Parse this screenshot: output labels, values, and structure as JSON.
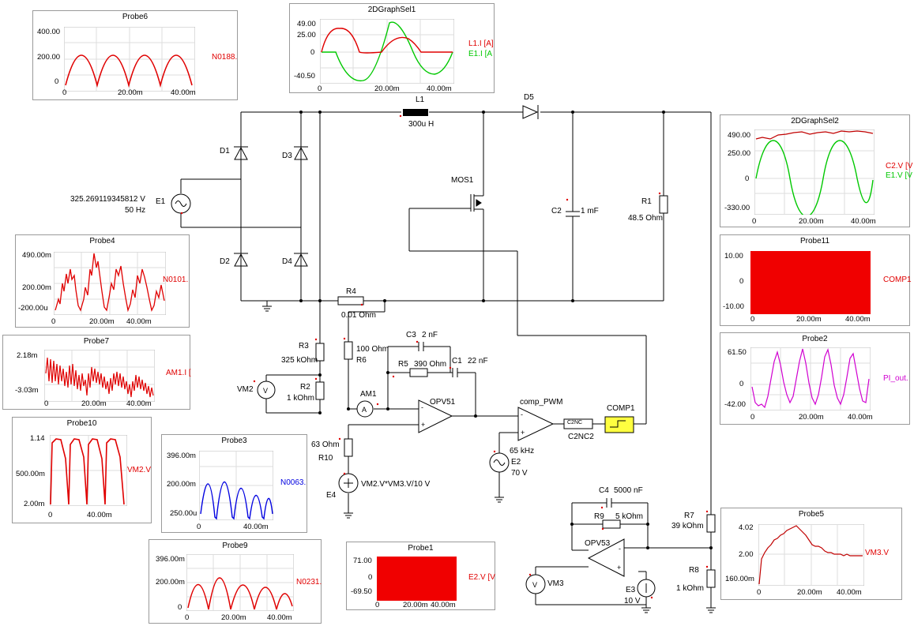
{
  "probes": {
    "probe6": {
      "title": "Probe6",
      "y_ticks": [
        "400.00",
        "200.00",
        "0"
      ],
      "x_ticks": [
        "0",
        "20.00m",
        "40.00m"
      ],
      "series": [
        "N0188."
      ],
      "color": "#e00000"
    },
    "graphsel1": {
      "title": "2DGraphSel1",
      "y_ticks": [
        "49.00",
        "25.00",
        "0",
        "-40.50"
      ],
      "x_ticks": [
        "0",
        "20.00m",
        "40.00m"
      ],
      "series": [
        "L1.I [A]",
        "E1.I [A"
      ],
      "colors": [
        "#e00000",
        "#00c800"
      ]
    },
    "graphsel2": {
      "title": "2DGraphSel2",
      "y_ticks": [
        "490.00",
        "250.00",
        "0",
        "-330.00"
      ],
      "x_ticks": [
        "0",
        "20.00m",
        "40.00m"
      ],
      "series": [
        "C2.V [V",
        "E1.V [V"
      ],
      "colors": [
        "#e00000",
        "#00c800"
      ]
    },
    "probe4": {
      "title": "Probe4",
      "y_ticks": [
        "490.00m",
        "200.00m",
        "-200.00u"
      ],
      "x_ticks": [
        "0",
        "20.00m",
        "40.00m"
      ],
      "series": [
        "N0101."
      ],
      "color": "#e00000"
    },
    "probe11": {
      "title": "Probe11",
      "y_ticks": [
        "10.00",
        "0",
        "-10.00"
      ],
      "x_ticks": [
        "0",
        "20.00m",
        "40.00m"
      ],
      "series": [
        "COMP1"
      ],
      "color": "#e00000"
    },
    "probe7": {
      "title": "Probe7",
      "y_ticks": [
        "2.18m",
        "-3.03m"
      ],
      "x_ticks": [
        "0",
        "20.00m",
        "40.00m"
      ],
      "series": [
        "AM1.I ["
      ],
      "color": "#e00000"
    },
    "probe2": {
      "title": "Probe2",
      "y_ticks": [
        "61.50",
        "0",
        "-42.00"
      ],
      "x_ticks": [
        "0",
        "20.00m",
        "40.00m"
      ],
      "series": [
        "PI_out."
      ],
      "color": "#d000d0"
    },
    "probe10": {
      "title": "Probe10",
      "y_ticks": [
        "1.14",
        "500.00m",
        "2.00m"
      ],
      "x_ticks": [
        "0",
        "40.00m"
      ],
      "series": [
        "VM2.V"
      ],
      "color": "#e00000"
    },
    "probe3": {
      "title": "Probe3",
      "y_ticks": [
        "396.00m",
        "200.00m",
        "250.00u"
      ],
      "x_ticks": [
        "0",
        "40.00m"
      ],
      "series": [
        "N0063."
      ],
      "color": "#0000e0"
    },
    "probe5": {
      "title": "Probe5",
      "y_ticks": [
        "4.02",
        "2.00",
        "160.00m"
      ],
      "x_ticks": [
        "0",
        "20.00m",
        "40.00m"
      ],
      "series": [
        "VM3.V"
      ],
      "color": "#e00000"
    },
    "probe9": {
      "title": "Probe9",
      "y_ticks": [
        "396.00m",
        "200.00m",
        "0"
      ],
      "x_ticks": [
        "0",
        "20.00m",
        "40.00m"
      ],
      "series": [
        "N0231."
      ],
      "color": "#e00000"
    },
    "probe1": {
      "title": "Probe1",
      "y_ticks": [
        "71.00",
        "0",
        "-69.50"
      ],
      "x_ticks": [
        "0",
        "20.00m",
        "40.00m"
      ],
      "series": [
        "E2.V [V"
      ],
      "color": "#e00000"
    }
  },
  "components": {
    "E1": {
      "name": "E1",
      "amplitude": "325.269119345812 V",
      "frequency": "50 Hz"
    },
    "D1": "D1",
    "D2": "D2",
    "D3": "D3",
    "D4": "D4",
    "D5": "D5",
    "L1": {
      "name": "L1",
      "value": "300u H"
    },
    "MOS1": "MOS1",
    "C2": {
      "name": "C2",
      "value": "1 mF"
    },
    "R1": {
      "name": "R1",
      "value": "48.5 Ohm"
    },
    "R4": {
      "name": "R4",
      "value": "0.01 Ohm"
    },
    "R3": {
      "name": "R3",
      "value": "325 kOhm"
    },
    "R2": {
      "name": "R2",
      "value": "1 kOhm"
    },
    "VM2": "VM2",
    "R6": {
      "name": "R6",
      "value": "100 Ohm"
    },
    "C3": {
      "name": "C3",
      "value": "2 nF"
    },
    "R5": {
      "name": "R5",
      "value": "390 Ohm"
    },
    "C1": {
      "name": "C1",
      "value": "22 nF"
    },
    "AM1": "AM1",
    "OPV51": "OPV51",
    "comp_PWM": "comp_PWM",
    "COMP1": "COMP1",
    "C2NC2": {
      "name": "C2NC2",
      "symbol": "C2NC"
    },
    "E2": {
      "name": "E2",
      "frequency": "65 kHz",
      "amplitude": "70 V"
    },
    "R10": {
      "name": "R10",
      "value": "63 Ohm"
    },
    "E4": {
      "name": "E4",
      "expr": "VM2.V*VM3.V/10 V"
    },
    "C4": {
      "name": "C4",
      "value": "5000 nF"
    },
    "R9": {
      "name": "R9",
      "value": "5 kOhm"
    },
    "OPV53": "OPV53",
    "VM3": "VM3",
    "E3": {
      "name": "E3",
      "value": "10 V"
    },
    "R7": {
      "name": "R7",
      "value": "39 kOhm"
    },
    "R8": {
      "name": "R8",
      "value": "1 kOhm"
    }
  }
}
